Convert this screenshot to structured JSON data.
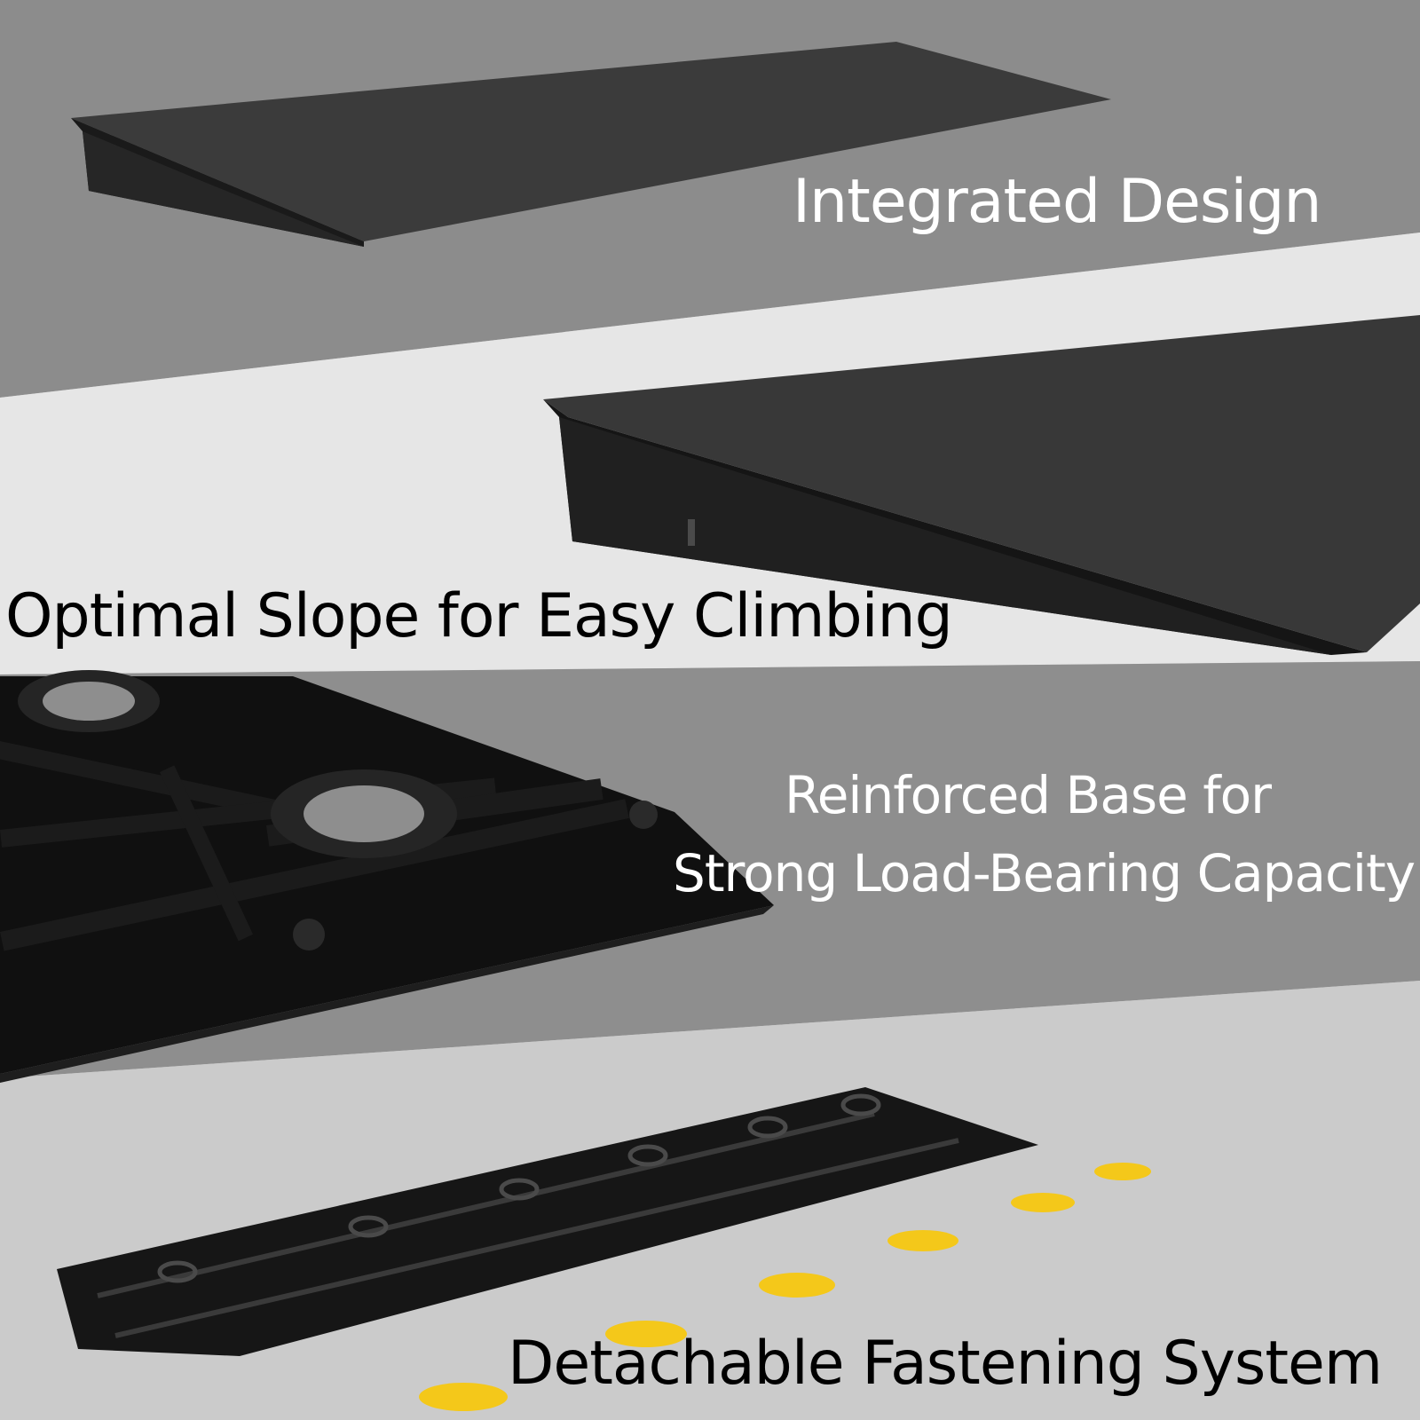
{
  "captions": {
    "integrated": "Integrated Design",
    "slope": "Optimal Slope for Easy Climbing",
    "base_line1": "Reinforced Base for",
    "base_line2": "Strong Load-Bearing Capacity",
    "fastening": "Detachable Fastening System"
  },
  "colors": {
    "band_dark_gray": "#8c8c8c",
    "band_light_gray": "#e6e6e6",
    "ramp_black": "#1c1c1c",
    "fastener_yellow": "#f4c81a"
  }
}
